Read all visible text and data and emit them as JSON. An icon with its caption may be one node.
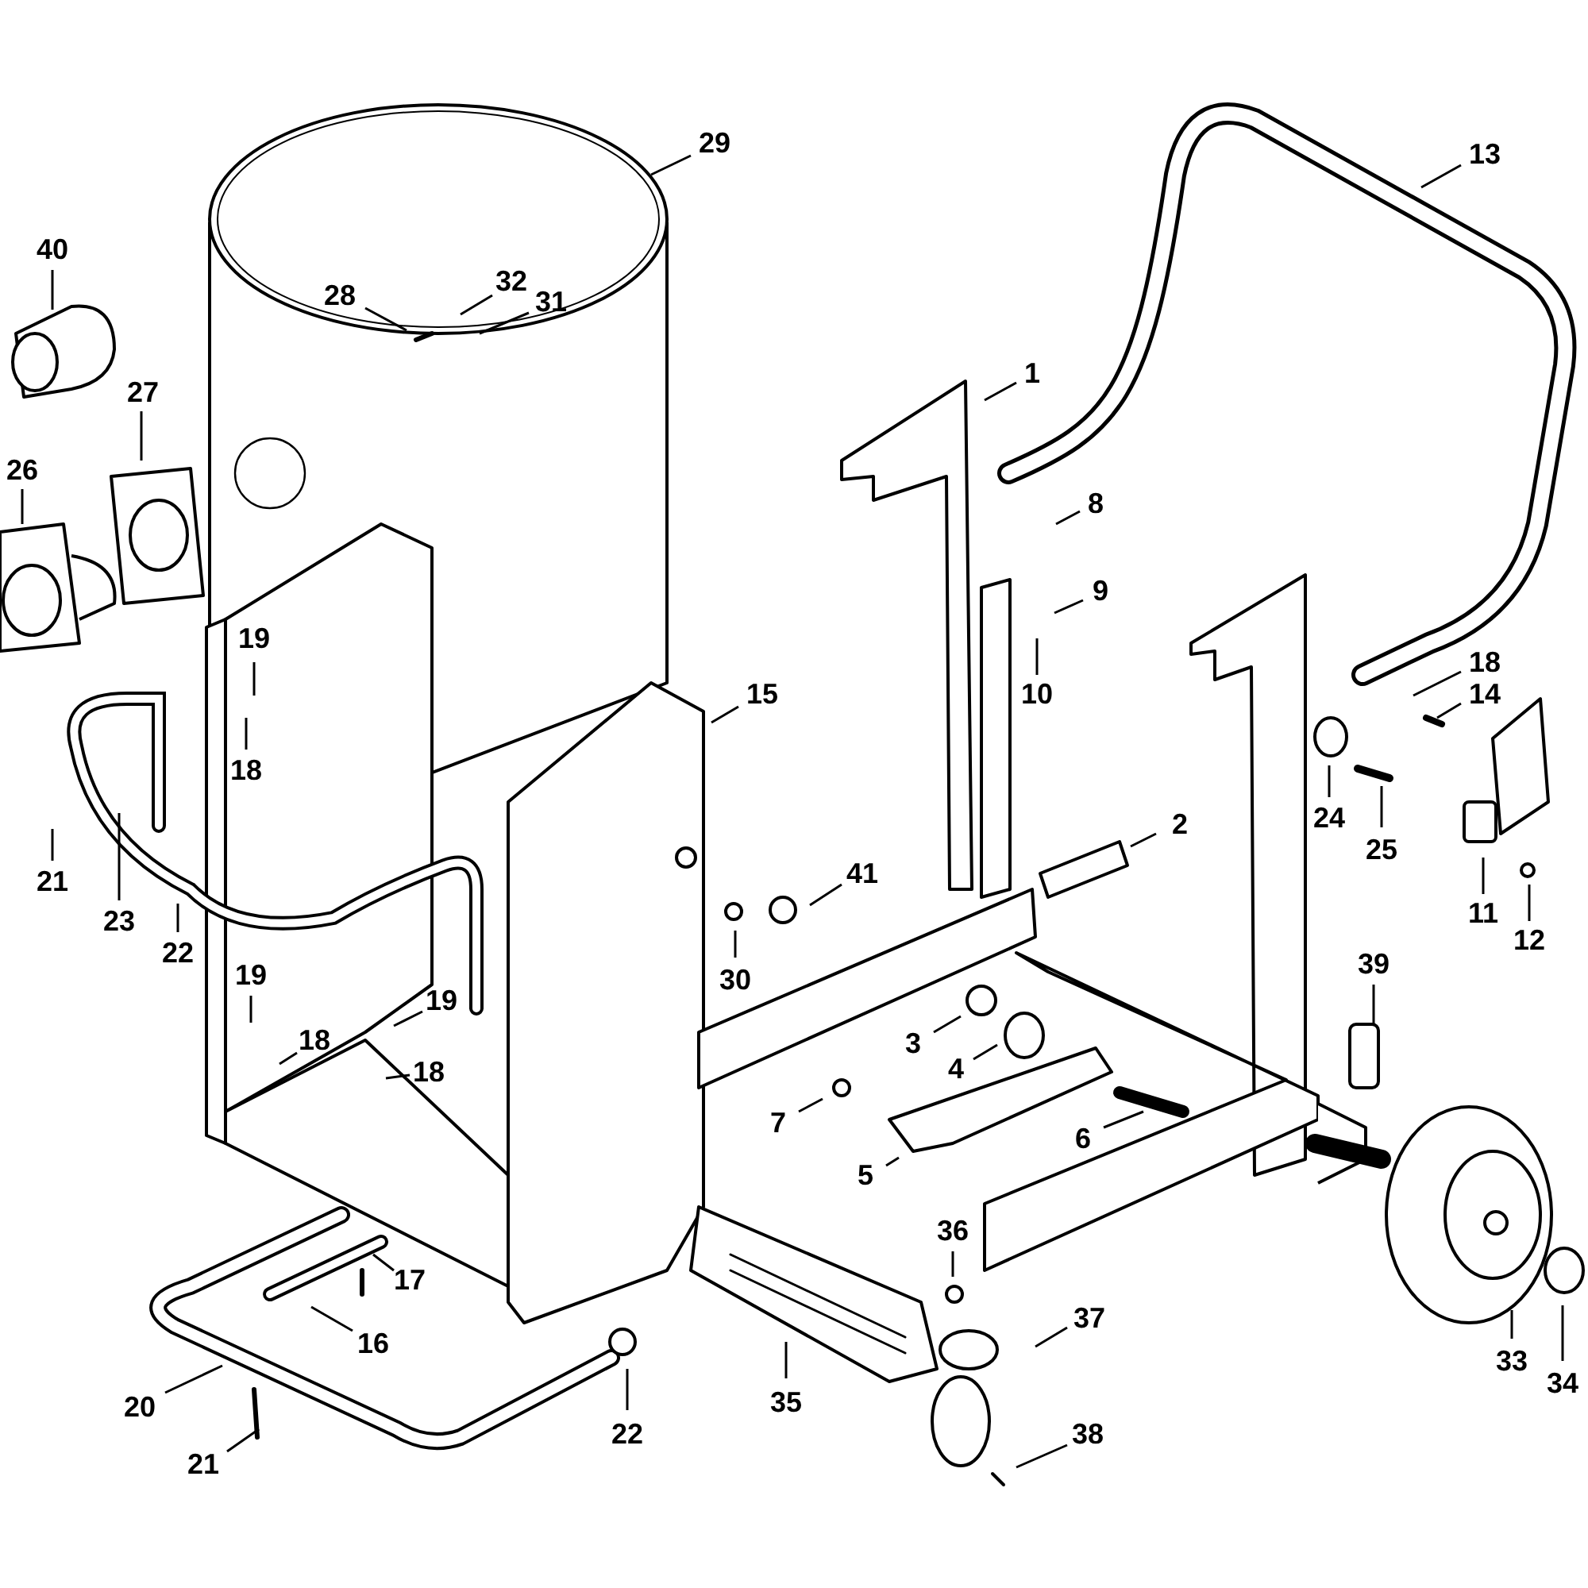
{
  "diagram": {
    "nodes": [
      {
        "text": [
          "29"
        ]
      },
      {
        "text": [
          "13"
        ]
      },
      {
        "text": [
          "40"
        ]
      },
      {
        "text": [
          "32"
        ]
      },
      {
        "text": [
          "31"
        ]
      },
      {
        "text": [
          "28"
        ]
      },
      {
        "text": [
          "1"
        ]
      },
      {
        "text": [
          "27"
        ]
      },
      {
        "text": [
          "26"
        ]
      },
      {
        "text": [
          "8"
        ]
      },
      {
        "text": [
          "9"
        ]
      },
      {
        "text": [
          "19"
        ]
      },
      {
        "text": [
          "18"
        ]
      },
      {
        "text": [
          "14"
        ]
      },
      {
        "text": [
          "10"
        ]
      },
      {
        "text": [
          "15"
        ]
      },
      {
        "text": [
          "18"
        ]
      },
      {
        "text": [
          "24"
        ]
      },
      {
        "text": [
          "2"
        ]
      },
      {
        "text": [
          "25"
        ]
      },
      {
        "text": [
          "21"
        ]
      },
      {
        "text": [
          "41"
        ]
      },
      {
        "text": [
          "23"
        ]
      },
      {
        "text": [
          "11"
        ]
      },
      {
        "text": [
          "12"
        ]
      },
      {
        "text": [
          "22"
        ]
      },
      {
        "text": [
          "39"
        ]
      },
      {
        "text": [
          "30"
        ]
      },
      {
        "text": [
          "19"
        ]
      },
      {
        "text": [
          "19"
        ]
      },
      {
        "text": [
          "3"
        ]
      },
      {
        "text": [
          "18"
        ]
      },
      {
        "text": [
          "18"
        ]
      },
      {
        "text": [
          "4"
        ]
      },
      {
        "text": [
          "7"
        ]
      },
      {
        "text": [
          "6"
        ]
      },
      {
        "text": [
          "5"
        ]
      },
      {
        "text": [
          "36"
        ]
      },
      {
        "text": [
          "17"
        ]
      },
      {
        "text": [
          "37"
        ]
      },
      {
        "text": [
          "16"
        ]
      },
      {
        "text": [
          "33"
        ]
      },
      {
        "text": [
          "34"
        ]
      },
      {
        "text": [
          "20"
        ]
      },
      {
        "text": [
          "35"
        ]
      },
      {
        "text": [
          "22"
        ]
      },
      {
        "text": [
          "38"
        ]
      },
      {
        "text": [
          "21"
        ]
      }
    ],
    "edges": [
      {
        "from": 0,
        "to": null,
        "arrow": "none"
      },
      {
        "from": 1,
        "to": null,
        "arrow": "none"
      },
      {
        "from": 2,
        "to": null,
        "arrow": "none"
      },
      {
        "from": 3,
        "to": null,
        "arrow": "none"
      },
      {
        "from": 4,
        "to": null,
        "arrow": "none"
      },
      {
        "from": 5,
        "to": null,
        "arrow": "none"
      },
      {
        "from": 6,
        "to": null,
        "arrow": "none"
      },
      {
        "from": 7,
        "to": null,
        "arrow": "none"
      },
      {
        "from": 8,
        "to": null,
        "arrow": "none"
      },
      {
        "from": 9,
        "to": null,
        "arrow": "none"
      },
      {
        "from": 10,
        "to": null,
        "arrow": "none"
      },
      {
        "from": 11,
        "to": null,
        "arrow": "none"
      },
      {
        "from": 12,
        "to": null,
        "arrow": "none"
      },
      {
        "from": 13,
        "to": null,
        "arrow": "none"
      },
      {
        "from": 14,
        "to": null,
        "arrow": "none"
      },
      {
        "from": 15,
        "to": null,
        "arrow": "none"
      },
      {
        "from": 16,
        "to": null,
        "arrow": "none"
      },
      {
        "from": 17,
        "to": null,
        "arrow": "none"
      },
      {
        "from": 18,
        "to": null,
        "arrow": "none"
      },
      {
        "from": 19,
        "to": null,
        "arrow": "none"
      },
      {
        "from": 20,
        "to": null,
        "arrow": "none"
      },
      {
        "from": 21,
        "to": null,
        "arrow": "none"
      },
      {
        "from": 22,
        "to": null,
        "arrow": "none"
      },
      {
        "from": 23,
        "to": null,
        "arrow": "none"
      },
      {
        "from": 24,
        "to": null,
        "arrow": "none"
      },
      {
        "from": 25,
        "to": null,
        "arrow": "none"
      },
      {
        "from": 26,
        "to": null,
        "arrow": "none"
      },
      {
        "from": 27,
        "to": null,
        "arrow": "none"
      },
      {
        "from": 28,
        "to": null,
        "arrow": "none"
      },
      {
        "from": 29,
        "to": null,
        "arrow": "none"
      },
      {
        "from": 30,
        "to": null,
        "arrow": "none"
      },
      {
        "from": 31,
        "to": null,
        "arrow": "none"
      },
      {
        "from": 32,
        "to": null,
        "arrow": "none"
      },
      {
        "from": 33,
        "to": null,
        "arrow": "none"
      },
      {
        "from": 34,
        "to": null,
        "arrow": "none"
      },
      {
        "from": 35,
        "to": null,
        "arrow": "none"
      },
      {
        "from": 36,
        "to": null,
        "arrow": "none"
      },
      {
        "from": 37,
        "to": null,
        "arrow": "none"
      },
      {
        "from": 38,
        "to": null,
        "arrow": "none"
      },
      {
        "from": 39,
        "to": null,
        "arrow": "none"
      },
      {
        "from": 40,
        "to": null,
        "arrow": "none"
      },
      {
        "from": 41,
        "to": null,
        "arrow": "none"
      },
      {
        "from": 42,
        "to": null,
        "arrow": "none"
      },
      {
        "from": 43,
        "to": null,
        "arrow": "none"
      },
      {
        "from": 44,
        "to": null,
        "arrow": "none"
      },
      {
        "from": 45,
        "to": null,
        "arrow": "none"
      },
      {
        "from": 46,
        "to": null,
        "arrow": "none"
      },
      {
        "from": 47,
        "to": null,
        "arrow": "none"
      }
    ]
  }
}
